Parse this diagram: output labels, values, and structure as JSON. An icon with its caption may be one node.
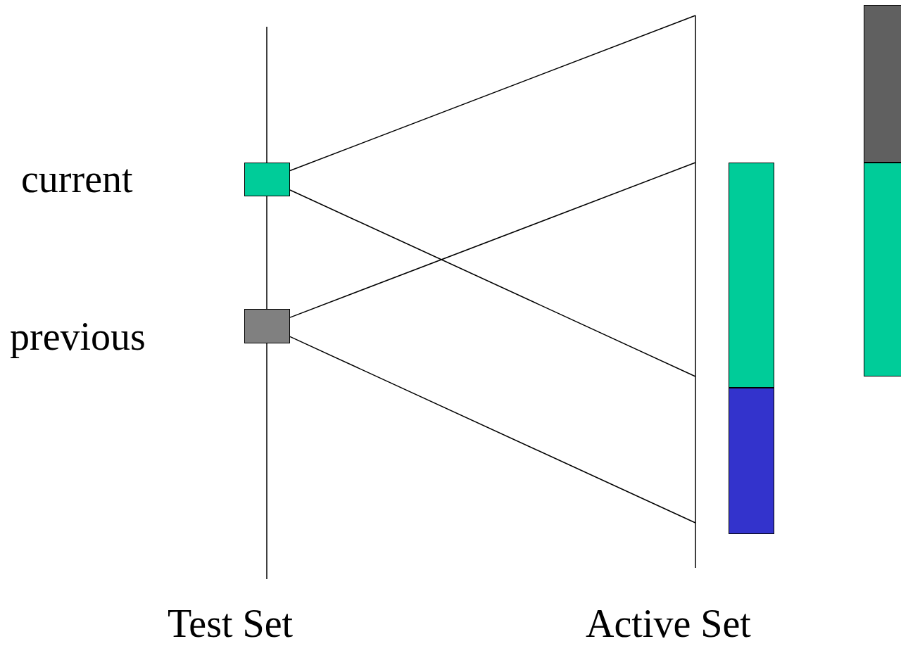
{
  "diagram": {
    "nodes": [
      {
        "text": [],
        "shape": "box",
        "beside": [
          "current"
        ]
      },
      {
        "text": [],
        "shape": "box",
        "beside": [
          "previous"
        ]
      },
      {
        "text": [],
        "shape": "box"
      },
      {
        "text": [],
        "shape": "box"
      },
      {
        "text": [],
        "shape": "box"
      },
      {
        "text": [],
        "shape": "box"
      }
    ],
    "edges": [
      {
        "from": 0,
        "to": null,
        "arrow": "none"
      },
      {
        "from": 0,
        "to": null,
        "arrow": "none"
      },
      {
        "from": 1,
        "to": null,
        "arrow": "none"
      },
      {
        "from": 1,
        "to": null,
        "arrow": "none"
      }
    ],
    "labels": [
      "Test Set",
      "Active Set"
    ]
  }
}
